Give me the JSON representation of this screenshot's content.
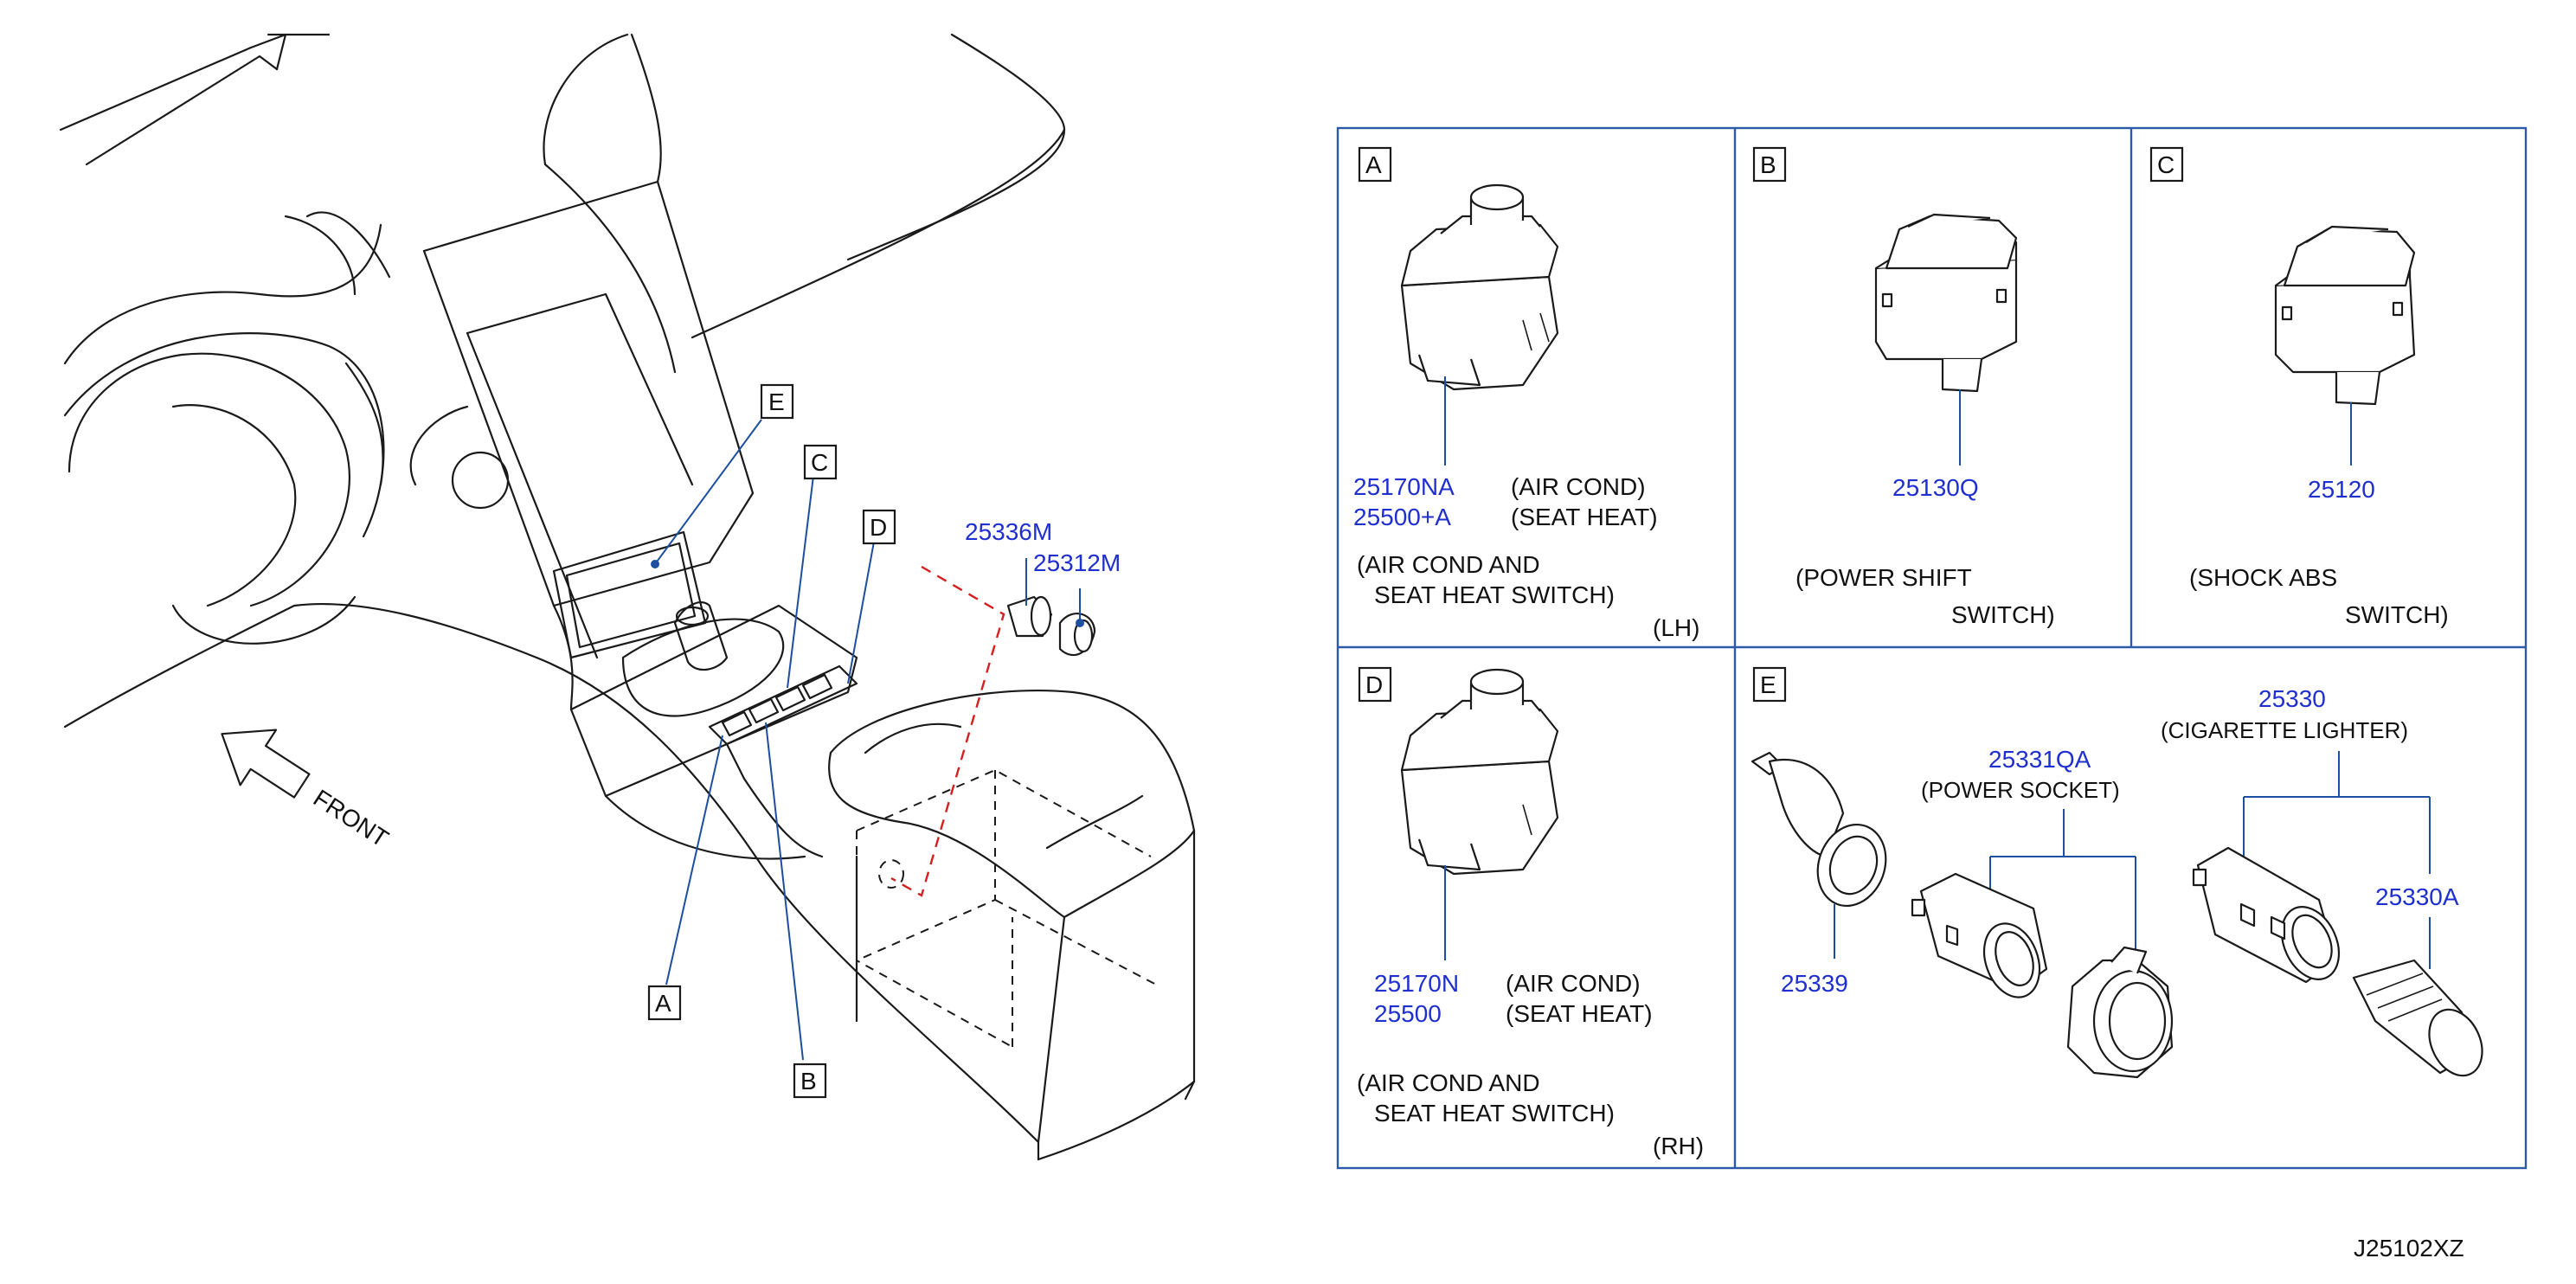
{
  "diagram_code": "J25102XZ",
  "front_label": "FRONT",
  "callouts": {
    "overview": [
      "A",
      "B",
      "C",
      "D",
      "E"
    ],
    "panels": [
      "A",
      "B",
      "C",
      "D",
      "E"
    ]
  },
  "overview_parts": {
    "p1": "25336M",
    "p2": "25312M"
  },
  "panel_a": {
    "part1": "25170NA",
    "part2": "25500+A",
    "desc1": "(AIR   COND)",
    "desc2": "(SEAT   HEAT)",
    "line1": "(AIR   COND   AND",
    "line2": "SEAT   HEAT   SWITCH)",
    "side": "(LH)"
  },
  "panel_b": {
    "part": "25130Q",
    "line1": "(POWER   SHIFT",
    "line2": "SWITCH)"
  },
  "panel_c": {
    "part": "25120",
    "line1": "(SHOCK   ABS",
    "line2": "SWITCH)"
  },
  "panel_d": {
    "part1": "25170N",
    "part2": "25500",
    "desc1": "(AIR   COND)",
    "desc2": "(SEAT   HEAT)",
    "line1": "(AIR   COND   AND",
    "line2": "SEAT   HEAT   SWITCH)",
    "side": "(RH)"
  },
  "panel_e": {
    "lighter_part": "25330",
    "lighter_desc": "(CIGARETTE   LIGHTER)",
    "socket_part": "25331QA",
    "socket_desc": "(POWER   SOCKET)",
    "ring_part": "25339",
    "plug_part": "25330A"
  },
  "colors": {
    "part_number": "#1f2fd0",
    "frame": "#2d5aa8",
    "leader": "#1c4fa0",
    "fuse_path": "#d42020"
  }
}
